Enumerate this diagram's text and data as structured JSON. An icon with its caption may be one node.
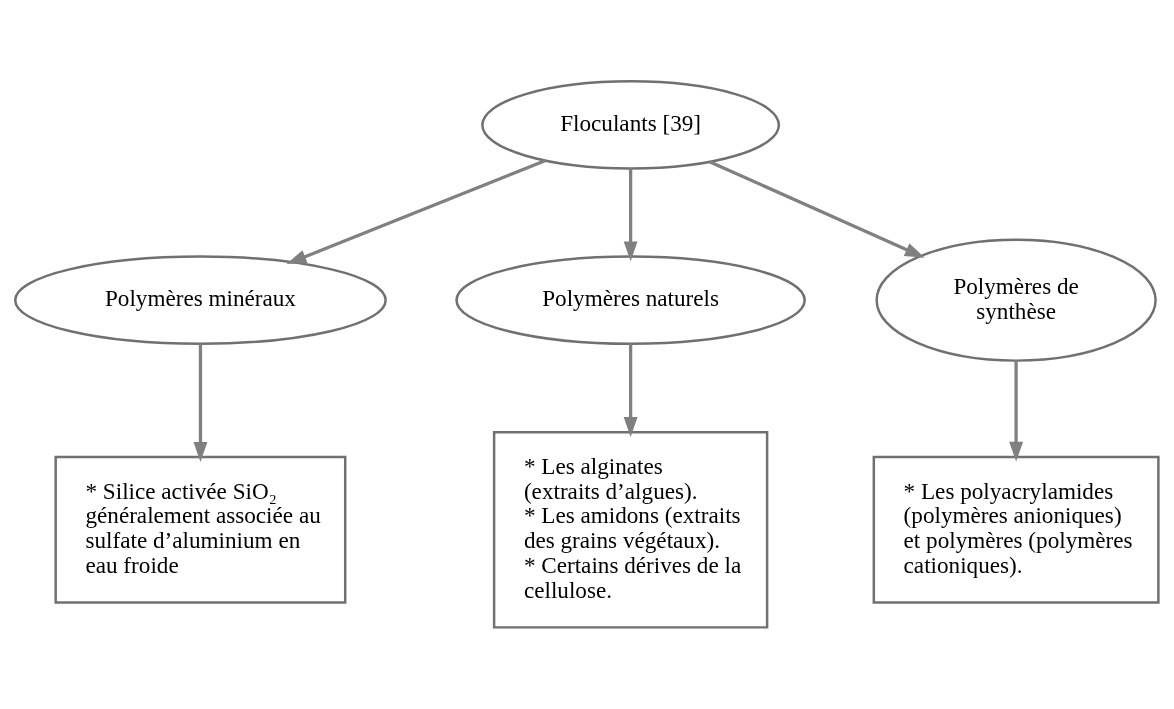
{
  "diagram": {
    "nodes": [
      {
        "text": [
          "Floculants [39]"
        ]
      },
      {
        "text": [
          "Polymères minéraux"
        ]
      },
      {
        "text": [
          "Polymères naturels"
        ]
      },
      {
        "text": [
          "Polymères de synthèse"
        ]
      },
      {
        "text": [
          "* Silice activée SiO₂ généralement associée au sulfate d’aluminium en eau froide"
        ]
      },
      {
        "text": [
          "* Les alginates (extraits d’algues).",
          "* Les amidons (extraits des grains végétaux).",
          "* Certains dérives de la cellulose."
        ]
      },
      {
        "text": [
          "* Les polyacrylamides (polymères anioniques) et polymères (polymères cationiques)."
        ]
      }
    ],
    "edges": [
      {
        "from": 0,
        "to": 1,
        "arrow": "to"
      },
      {
        "from": 0,
        "to": 2,
        "arrow": "to"
      },
      {
        "from": 0,
        "to": 3,
        "arrow": "to"
      },
      {
        "from": 1,
        "to": 4,
        "arrow": "to"
      },
      {
        "from": 2,
        "to": 5,
        "arrow": "to"
      },
      {
        "from": 3,
        "to": 6,
        "arrow": "to"
      }
    ]
  }
}
